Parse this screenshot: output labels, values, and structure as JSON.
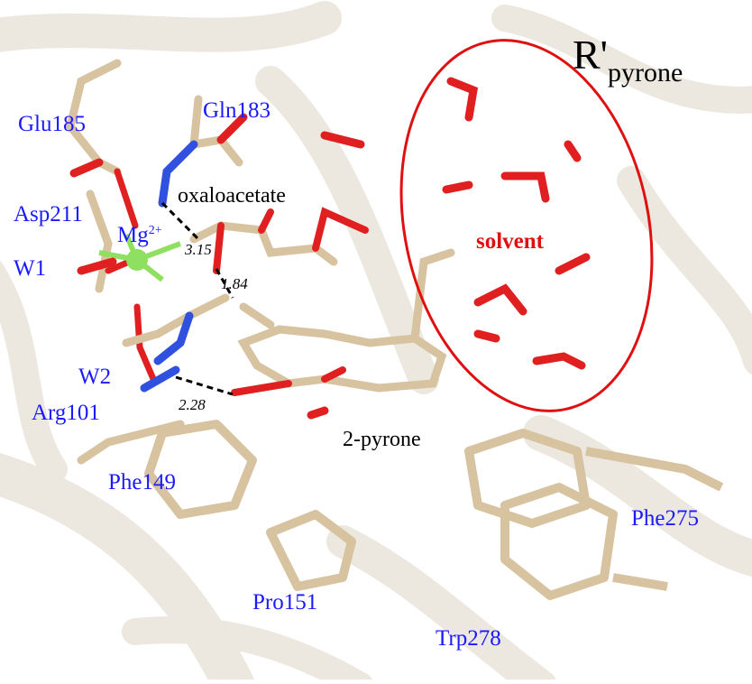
{
  "figure": {
    "title_main": "R'",
    "title_sub": "pyrone",
    "solvent_label": "solvent",
    "molecule_labels": {
      "oxaloacetate": "oxaloacetate",
      "pyrone": "2-pyrone",
      "mg": "Mg",
      "mg_charge": "2+"
    },
    "residues": {
      "glu185": "Glu185",
      "gln183": "Gln183",
      "asp211": "Asp211",
      "w1": "W1",
      "w2": "W2",
      "arg101": "Arg101",
      "phe149": "Phe149",
      "pro151": "Pro151",
      "phe275": "Phe275",
      "trp278": "Trp278"
    },
    "distances": {
      "d1": "3.15",
      "d2": "1.84",
      "d3": "2.28"
    },
    "colors": {
      "residue_text": "#1a1aff",
      "solvent_ring": "#e01010",
      "carbon": "#d8c3a0",
      "oxygen": "#e02020",
      "nitrogen": "#3050e0",
      "hydrogen": "#f2f2f2",
      "magnesium": "#8fe060"
    }
  }
}
